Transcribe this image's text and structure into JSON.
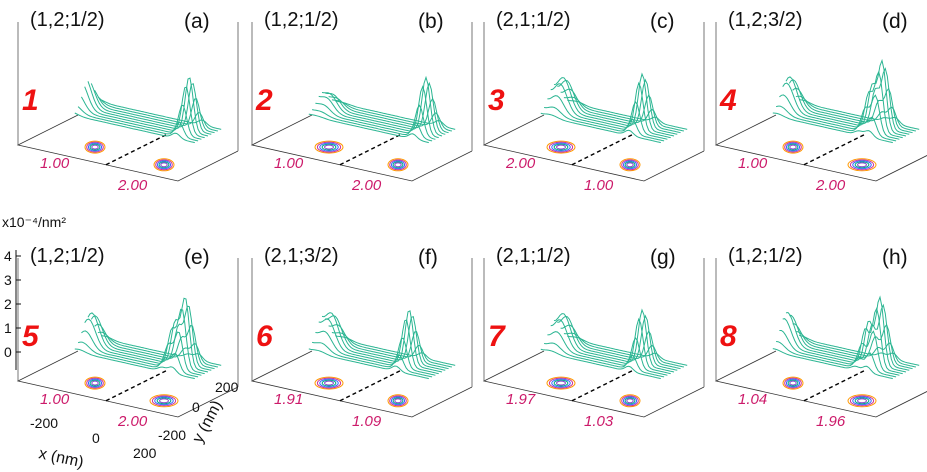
{
  "chart_data": {
    "type": "surface-3d",
    "zunit": "x10⁻⁴/nm²",
    "zticks": [
      "4",
      "3",
      "2",
      "1",
      "0"
    ],
    "xlabel": "x (nm)",
    "ylabel": "y (nm)",
    "xticks": [
      "-200",
      "0",
      "200"
    ],
    "yticks": [
      "-200",
      "0",
      "200"
    ],
    "colors": {
      "surface": "#2bb592",
      "divider": "#000000",
      "number": "#ee1111",
      "occupation": "#cc1a6a"
    },
    "panels": [
      {
        "label": "(a)",
        "state": "(1,2;1/2)",
        "number": "1",
        "occ_left": "1.00",
        "occ_right": "2.00",
        "left_peaks": [
          [
            0.45,
            0.55
          ]
        ],
        "right_peaks": [
          [
            0.95,
            0.5
          ]
        ]
      },
      {
        "label": "(b)",
        "state": "(1,2;1/2)",
        "number": "2",
        "occ_left": "1.00",
        "occ_right": "2.00",
        "left_peaks": [
          [
            0.4,
            0.28
          ],
          [
            0.6,
            0.27
          ]
        ],
        "right_peaks": [
          [
            1.0,
            0.5
          ]
        ]
      },
      {
        "label": "(c)",
        "state": "(2,1;1/2)",
        "number": "3",
        "occ_left": "2.00",
        "occ_right": "1.00",
        "left_peaks": [
          [
            0.38,
            0.55
          ],
          [
            0.62,
            0.55
          ]
        ],
        "right_peaks": [
          [
            0.72,
            0.5
          ]
        ]
      },
      {
        "label": "(d)",
        "state": "(1,2;3/2)",
        "number": "4",
        "occ_left": "1.00",
        "occ_right": "2.00",
        "left_peaks": [
          [
            0.55,
            0.55
          ]
        ],
        "right_peaks": [
          [
            0.68,
            0.38
          ],
          [
            0.86,
            0.62
          ]
        ]
      },
      {
        "label": "(e)",
        "state": "(1,2;1/2)",
        "number": "5",
        "occ_left": "1.00",
        "occ_right": "2.00",
        "left_peaks": [
          [
            0.55,
            0.55
          ]
        ],
        "right_peaks": [
          [
            0.7,
            0.38
          ],
          [
            0.88,
            0.62
          ]
        ]
      },
      {
        "label": "(f)",
        "state": "(2,1;3/2)",
        "number": "6",
        "occ_left": "1.91",
        "occ_right": "1.09",
        "left_peaks": [
          [
            0.4,
            0.55
          ],
          [
            0.62,
            0.55
          ]
        ],
        "right_peaks": [
          [
            0.7,
            0.5
          ]
        ]
      },
      {
        "label": "(g)",
        "state": "(2,1;1/2)",
        "number": "7",
        "occ_left": "1.97",
        "occ_right": "1.03",
        "left_peaks": [
          [
            0.38,
            0.55
          ],
          [
            0.62,
            0.55
          ]
        ],
        "right_peaks": [
          [
            0.72,
            0.5
          ]
        ]
      },
      {
        "label": "(h)",
        "state": "(1,2;1/2)",
        "number": "8",
        "occ_left": "1.04",
        "occ_right": "1.96",
        "left_peaks": [
          [
            0.52,
            0.55
          ]
        ],
        "right_peaks": [
          [
            0.62,
            0.38
          ],
          [
            0.82,
            0.62
          ]
        ]
      }
    ]
  }
}
